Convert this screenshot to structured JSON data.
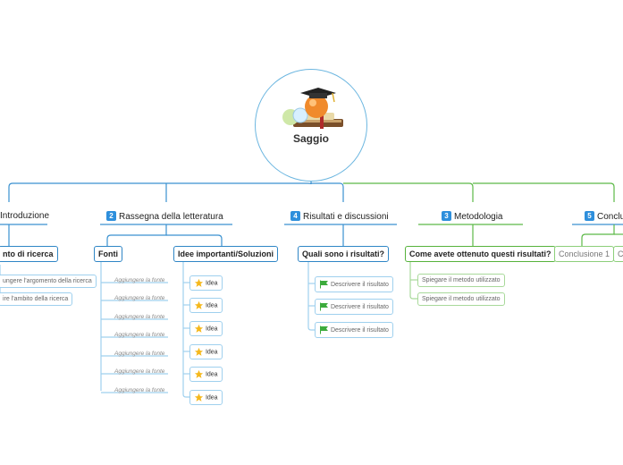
{
  "central": {
    "title": "Saggio",
    "icon": "graduation-cap-books-icon"
  },
  "branches": [
    {
      "label": "Introduzione",
      "number": ""
    },
    {
      "label": "Rassegna della letteratura",
      "number": "2"
    },
    {
      "label": "Risultati e discussioni",
      "number": "4"
    },
    {
      "label": "Metodologia",
      "number": "3"
    },
    {
      "label": "Conclu",
      "number": "5"
    }
  ],
  "introduzione": {
    "topic": "nto di ricerca",
    "leaves": [
      "ungere l'argomento della ricerca",
      "ire l'ambito della ricerca"
    ]
  },
  "rassegna": {
    "fonti": {
      "label": "Fonti",
      "items": [
        "Aggiungere la fonte",
        "Aggiungere la fonte",
        "Aggiungere la fonte",
        "Aggiungere la fonte",
        "Aggiungere la fonte",
        "Aggiungere la fonte",
        "Aggiungere la fonte"
      ]
    },
    "idee": {
      "label": "Idee importanti/Soluzioni",
      "items": [
        "Idea",
        "Idea",
        "Idea",
        "Idea",
        "Idea",
        "Idea"
      ]
    }
  },
  "risultati": {
    "topic": "Quali sono i risultati?",
    "items": [
      "Descrivere il risultato",
      "Descrivere il risultato",
      "Descrivere il risultato"
    ]
  },
  "metodologia": {
    "topic": "Come avete ottenuto questi risultati?",
    "items": [
      "Spiegare il metodo utilizzato",
      "Spiegare il metodo utilizzato"
    ]
  },
  "conclusione": {
    "items": [
      "Conclusione 1",
      "C"
    ]
  },
  "colors": {
    "blue": "#2e8fdc",
    "blue_line": "#3a91d0",
    "green_line": "#5cb947",
    "star": "#f5b81c",
    "flag": "#3cab3c"
  }
}
